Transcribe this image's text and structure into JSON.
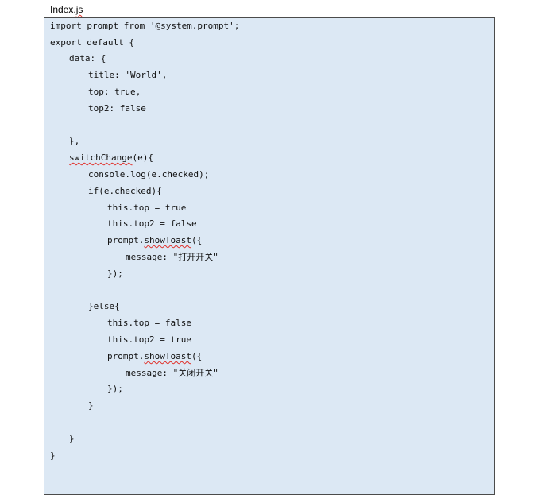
{
  "file": {
    "name_base": "Index.",
    "name_ext": "js"
  },
  "code": {
    "line1": "import prompt from '@system.prompt';",
    "line2": "export default {",
    "line3": "data: {",
    "line4": "title: 'World',",
    "line5": "top: true,",
    "line6": "top2: false",
    "line8": "},",
    "line9_fn": "switchChange",
    "line9_rest": "(e){",
    "line10": "console.log(e.checked);",
    "line11": "if(e.checked){",
    "line12": "this.top = true",
    "line13": "this.top2 = false",
    "line14_pre": "prompt.",
    "line14_fn": "showToast",
    "line14_post": "({",
    "line15": "message: \"打开开关\"",
    "line16": "});",
    "line18": "}else{",
    "line19": "this.top = false",
    "line20": "this.top2 = true",
    "line21_pre": "prompt.",
    "line21_fn": "showToast",
    "line21_post": "({",
    "line22": "message: \"关闭开关\"",
    "line23": "});",
    "line24": "}",
    "line26": "}",
    "line27": "}"
  },
  "colors": {
    "code_background": "#dce8f4",
    "border": "#4b4b4b",
    "spellcheck_underline": "#e0302a"
  }
}
